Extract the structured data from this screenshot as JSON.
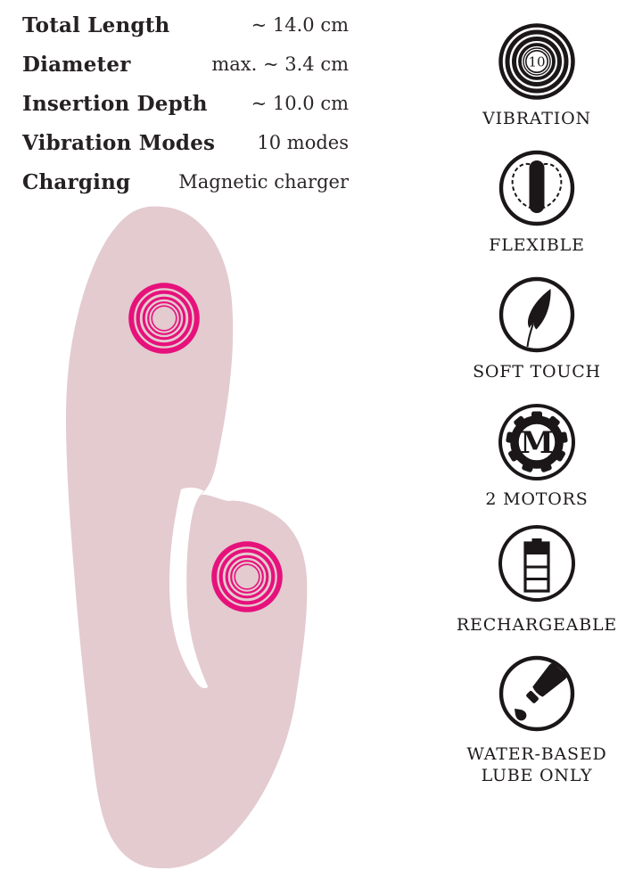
{
  "spec_table": {
    "rows": [
      {
        "label": "Total Length",
        "value": "~ 14.0 cm"
      },
      {
        "label": "Diameter",
        "value": "max. ~ 3.4 cm"
      },
      {
        "label": "Insertion Depth",
        "value": "~ 10.0 cm"
      },
      {
        "label": "Vibration Modes",
        "value": "10 modes"
      },
      {
        "label": "Charging",
        "value": "Magnetic charger"
      }
    ]
  },
  "features": [
    {
      "icon": "vibration-rings-icon",
      "badge": "10",
      "lines": [
        "VIBRATION"
      ]
    },
    {
      "icon": "flexible-shaft-icon",
      "lines": [
        "FLEXIBLE"
      ]
    },
    {
      "icon": "feather-icon",
      "lines": [
        "SOFT TOUCH"
      ]
    },
    {
      "icon": "motor-gear-icon",
      "letter": "M",
      "lines": [
        "2 MOTORS"
      ]
    },
    {
      "icon": "battery-icon",
      "lines": [
        "RECHARGEABLE"
      ]
    },
    {
      "icon": "lube-tube-icon",
      "lines": [
        "WATER-BASED",
        "LUBE ONLY"
      ]
    }
  ],
  "illustration": {
    "type": "rabbit-vibrator-silhouette",
    "motor_markers": 2,
    "colors": {
      "body": "#e3cbd0",
      "rings": "#e7117b"
    }
  },
  "colors": {
    "ink": "#1b1718",
    "text": "#262122",
    "background": "#ffffff"
  }
}
